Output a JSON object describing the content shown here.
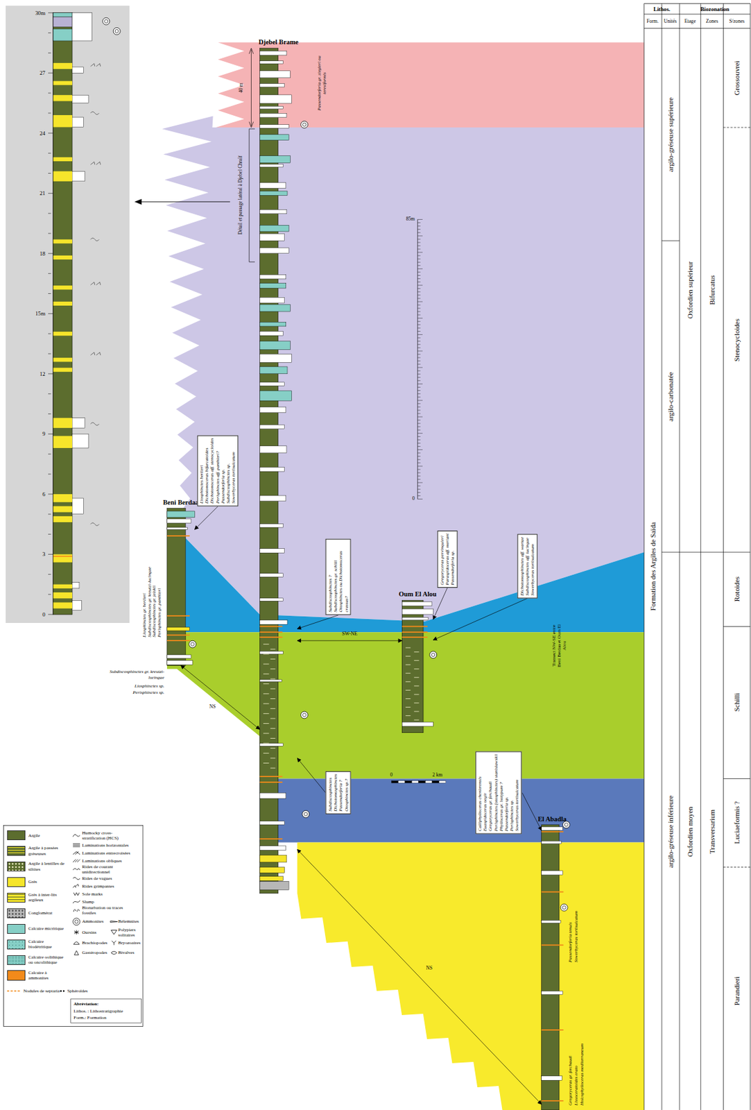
{
  "diagram": {
    "nodes": [
      {
        "text": [
          "Djebel Brame"
        ]
      },
      {
        "text": [
          "Beni Berdaa"
        ]
      },
      {
        "text": [
          "Oum El Alou"
        ]
      },
      {
        "text": [
          "El Abadla"
        ]
      },
      {
        "text": [
          "Liosphinctes berlieri",
          "Dichotomoceras bifurcatoides",
          "Dichotomoceras aff. stenocycloides",
          "Perisphinctes aff. panthieri?",
          "Passendorferia sp.",
          "Subdiscosphinctes sp.",
          "Sowerbyceras tortisulcatum"
        ]
      },
      {
        "text": [
          "Subdiscosphinctes ?",
          "Subdiscosphinctes gr. schilli",
          "Otosphinctes ou Dichotomoceras crassus?"
        ]
      },
      {
        "text": [
          "Gregoryceras pervinquieri",
          "Paraspidoceras aff. meriani",
          "Passendorferia sp."
        ]
      },
      {
        "text": [
          "Dichotomosphinctes aff. wartae",
          "Subdiscosphinctes aff. lucingae",
          "Sowerbyceras tortisulcatum"
        ]
      },
      {
        "text": [
          "Subdiscosphinctes",
          "Dichotomosphinctes",
          "Passendorferia ?",
          "Otosphinctes sp.?"
        ]
      },
      {
        "text": [
          "Calliphylloceras chenierensis",
          "Euaspidoceras oegir",
          "Gregoryceras gr. ferchaudi",
          "Perisphinctes (otosphinctes) stanislawskii",
          "Phylloceras gr. isotypum ?",
          "Passendorferia sp.",
          "Perisphinctes sp.",
          "Sowerbyceras tortisulcatum"
        ]
      }
    ],
    "edges": [
      {
        "from": 4,
        "to": 1,
        "arrow": "to"
      },
      {
        "from": 5,
        "to": 0,
        "arrow": "to"
      },
      {
        "from": 6,
        "to": 2,
        "arrow": "to"
      },
      {
        "from": 7,
        "to": 2,
        "arrow": "to"
      },
      {
        "from": 8,
        "to": 0,
        "arrow": "to"
      },
      {
        "from": 9,
        "to": 3,
        "arrow": "to"
      },
      {
        "from": 1,
        "to": 0,
        "label": "NS",
        "arrow": "both"
      },
      {
        "from": 0,
        "to": 2,
        "label": "SW-NE",
        "arrow": "both"
      },
      {
        "from": 0,
        "to": 3,
        "label": "NS",
        "arrow": "both"
      }
    ],
    "labels": [
      "Lithos.",
      "Biozonation",
      "Form.",
      "Unités",
      "Etage",
      "Zones",
      "S/zones",
      "Formation des Argiles de Saïda",
      "argilo-gréseuse supérieure",
      "argilo-carbonatée",
      "argilo-gréseuse inférieure",
      "Oxfordien supérieur",
      "Oxfordien moyen",
      "Bifurcatus",
      "Transversarium",
      "Grossouvrei",
      "Stenocycloides",
      "Rotoides",
      "Schilli",
      "Luciaeformis ?",
      "Parandieri",
      "30m",
      "27",
      "24",
      "21",
      "18",
      "15m",
      "12",
      "9",
      "6",
      "3",
      "0",
      "40 m",
      "Détail et passage latéral à Djebel Chraïf",
      "85m",
      "0",
      "Transect NW-SE entre Beni Berdaa et Oum El Alou",
      "0",
      "2 km",
      "Passendorferia gr. ziegleri ou teresiformis",
      "Liosphinctes gr. berlieri",
      "Subdiscosphinctes gr. kreutzi-lucingae",
      "Subdiscosphinctes gr. jelskii",
      "Perisphinctes gr. panthieri",
      "Subdiscosphinctes gr. kreutzi-lucingae",
      "Liosphinctes sp.",
      "Perisphinctes sp.",
      "Passendorferia tenuis",
      "Sowerbyceras tortisulcatum",
      "Gregoryceras gr. ferchaudi",
      "Lissoceratoides erato",
      "Holcophylloceras mediterraneum",
      "Abréviation:",
      "Lithos. : Lithostratigraphie",
      "Form.: Formation"
    ],
    "legend": [
      {
        "text": "Argile",
        "color": "#5c6d2e"
      },
      {
        "text": "Argile à passées gréseuses",
        "color": "#5c6d2e"
      },
      {
        "text": "Argile à lentilles de siltites",
        "color": "#5c6d2e"
      },
      {
        "text": "Grès",
        "color": "#f6e52b"
      },
      {
        "text": "Grès à inter-lits argileux",
        "color": "#f6e52b"
      },
      {
        "text": "Conglomérat",
        "color": "#b7b7b7"
      },
      {
        "text": "Calcaire micritique",
        "color": "#86cfc6"
      },
      {
        "text": "Calcaire biodétritique",
        "color": "#86cfc6"
      },
      {
        "text": "Calcaire oolithique ou oncolithique",
        "color": "#86cfc6"
      },
      {
        "text": "Calcaire à ammonites",
        "color": "#f28a1a"
      },
      {
        "text": "Nodules de septaria"
      },
      {
        "text": "Sphéroïdes"
      },
      {
        "text": "Humocky cross-stratification (HCS)"
      },
      {
        "text": "Laminations horizontales"
      },
      {
        "text": "Laminations entrecroisées"
      },
      {
        "text": "Laminations obliques"
      },
      {
        "text": "Rides de courant unidirectionnel"
      },
      {
        "text": "Rides de vagues"
      },
      {
        "text": "Rides grimpantes"
      },
      {
        "text": "Sole marks"
      },
      {
        "text": "Slump"
      },
      {
        "text": "Bioturbation ou traces fossiles"
      },
      {
        "text": "Ammonites"
      },
      {
        "text": "Bélemnites"
      },
      {
        "text": "Oursins"
      },
      {
        "text": "Polypiers solitaires"
      },
      {
        "text": "Brachiopodes"
      },
      {
        "text": "Bryozoaires"
      },
      {
        "text": "Gastéropodes"
      },
      {
        "text": "Bivalves"
      }
    ]
  }
}
